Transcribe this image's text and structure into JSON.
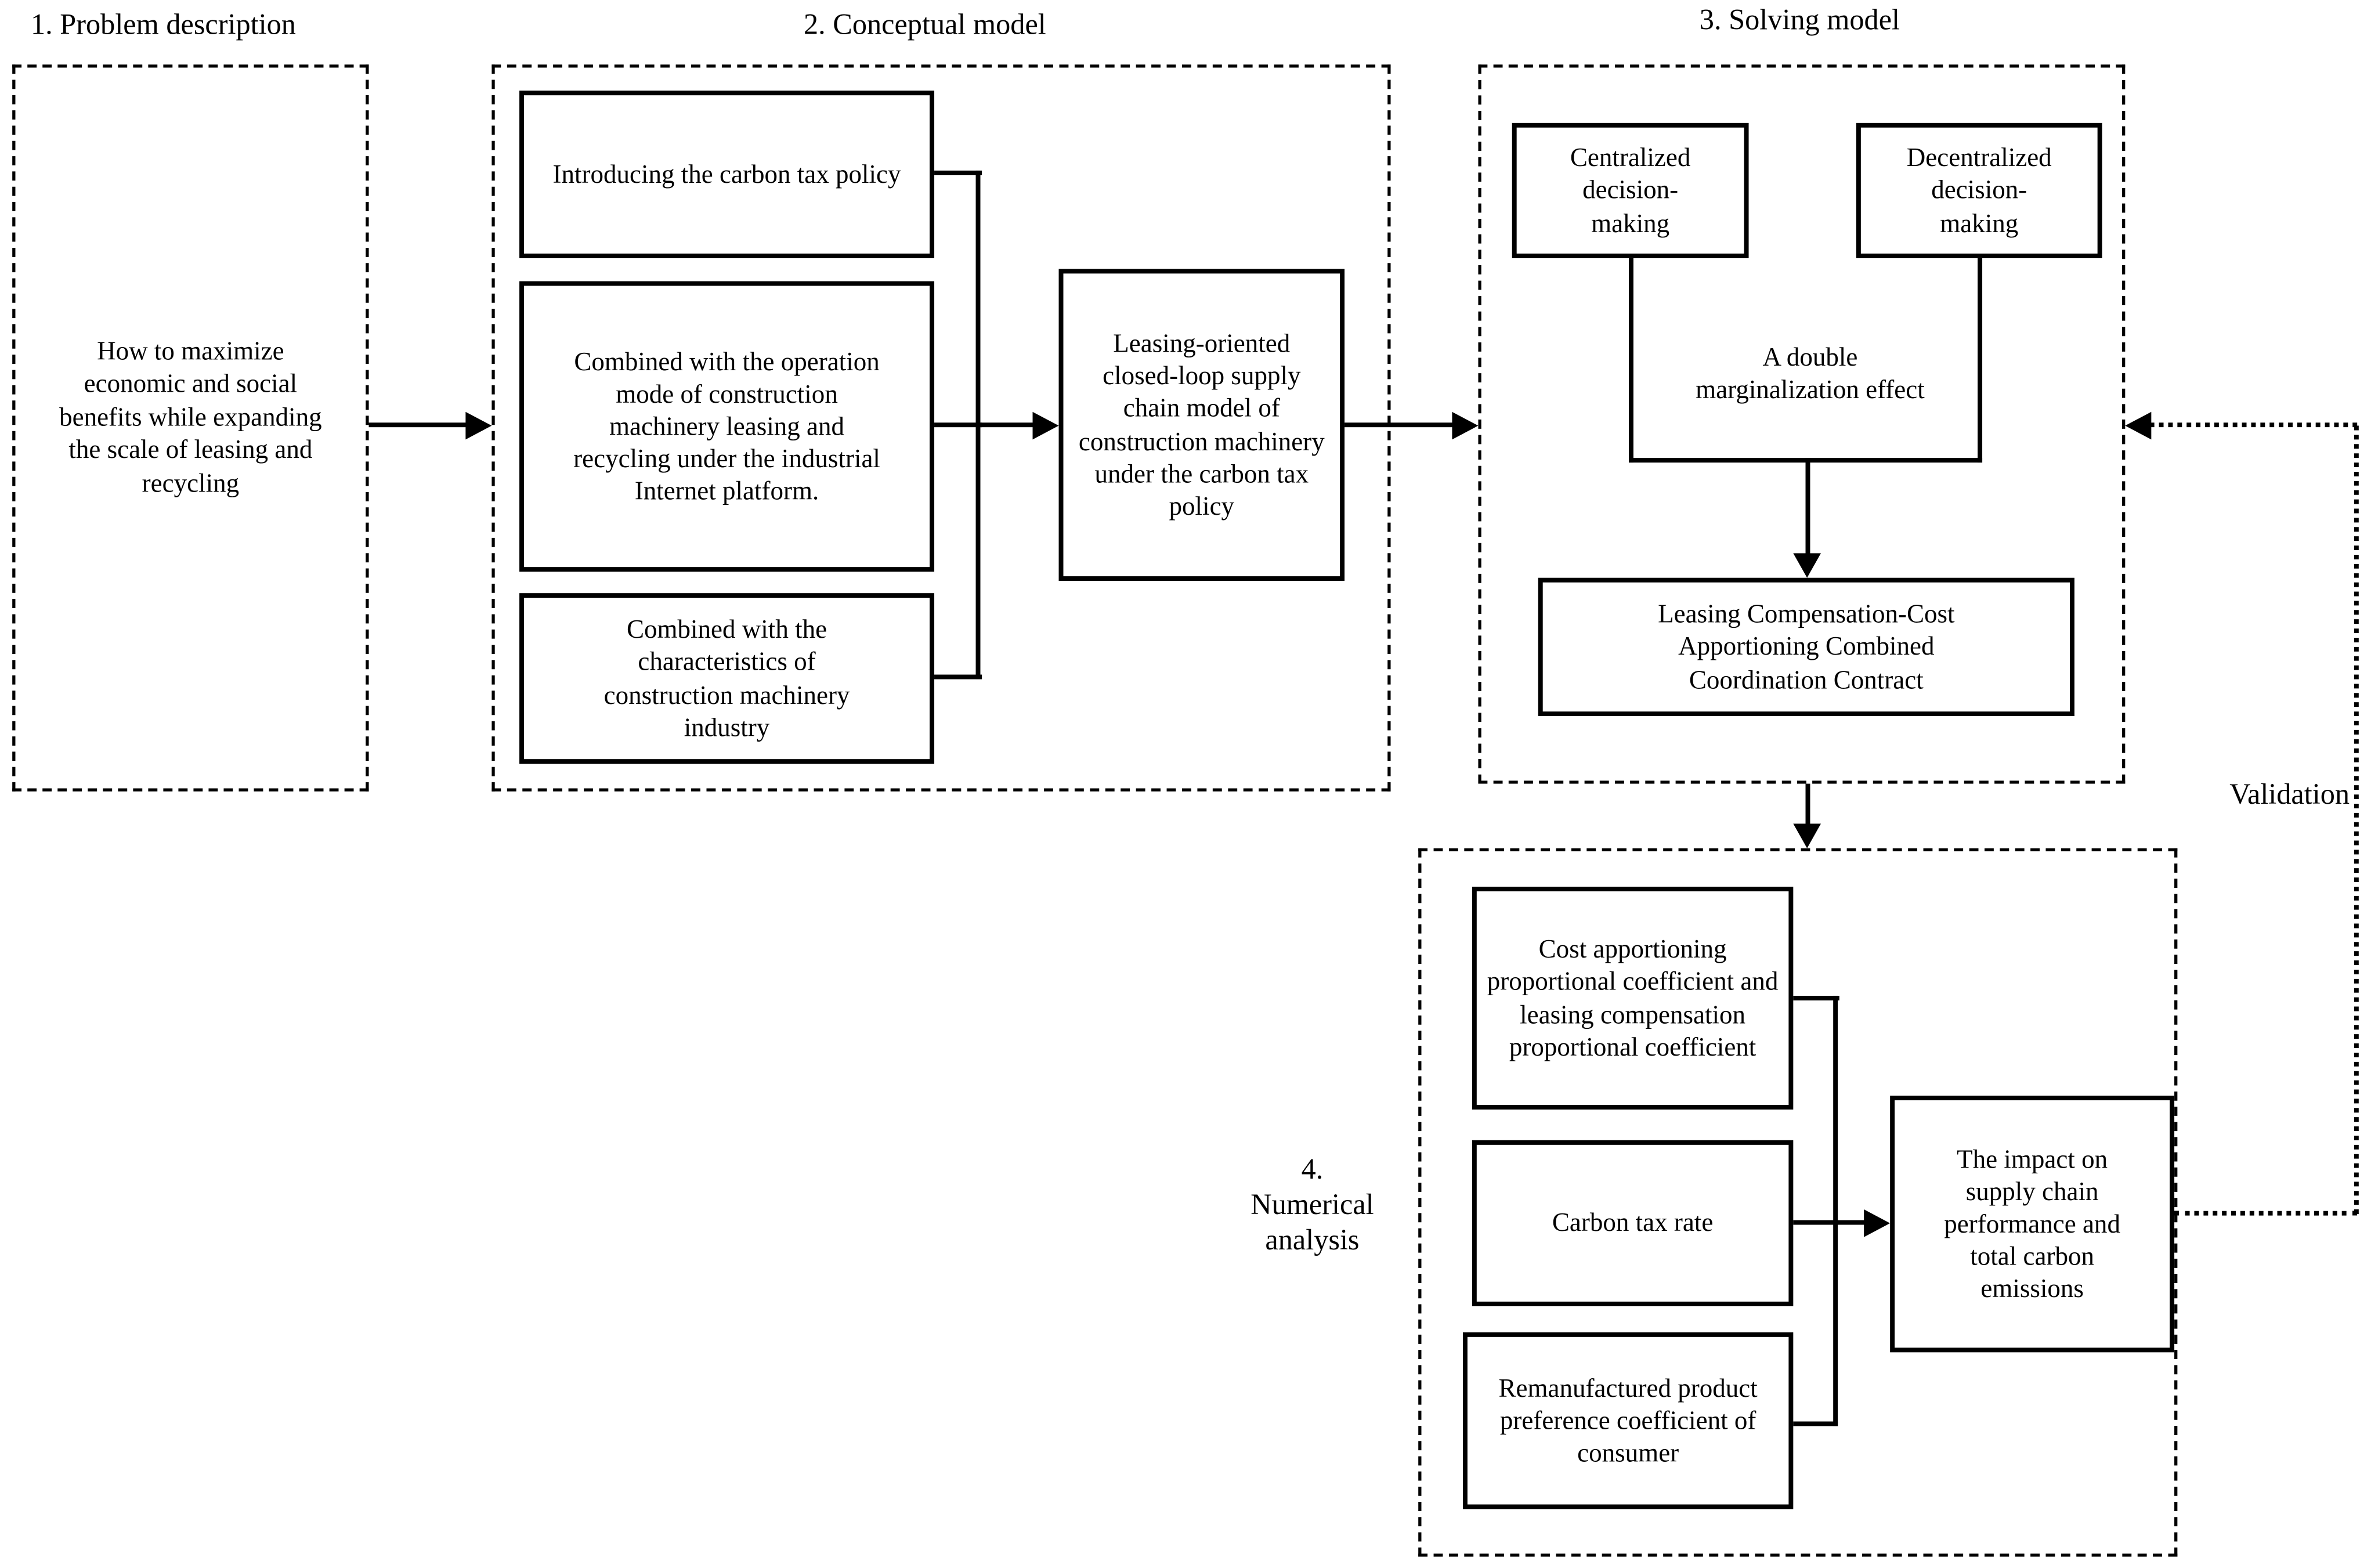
{
  "sections": {
    "problem": {
      "title": "1. Problem description",
      "statement": "How to maximize economic and social benefits while expanding the scale of leasing and recycling"
    },
    "conceptual": {
      "title": "2. Conceptual model",
      "inputs": [
        "Introducing the carbon tax policy",
        "Combined with the operation mode of construction machinery leasing and recycling under the industrial Internet platform.",
        "Combined with the characteristics of construction machinery industry"
      ],
      "output": "Leasing-oriented closed-loop supply chain model of construction machinery under the carbon tax policy"
    },
    "solving": {
      "title": "3. Solving model",
      "centralized": "Centralized decision-making",
      "decentralized": "Decentralized decision-making",
      "effect": "A double marginalization effect",
      "contract": "Leasing Compensation-Cost Apportioning Combined Coordination Contract"
    },
    "numerical": {
      "title": "4. Numerical analysis",
      "parameters": [
        "Cost apportioning proportional coefficient and leasing compensation proportional coefficient",
        "Carbon tax rate",
        "Remanufactured product preference coefficient of consumer"
      ],
      "result": "The impact on supply chain performance and total carbon emissions"
    }
  },
  "labels": {
    "validation": "Validation"
  },
  "colors": {
    "line": "#000000",
    "background": "#ffffff"
  }
}
